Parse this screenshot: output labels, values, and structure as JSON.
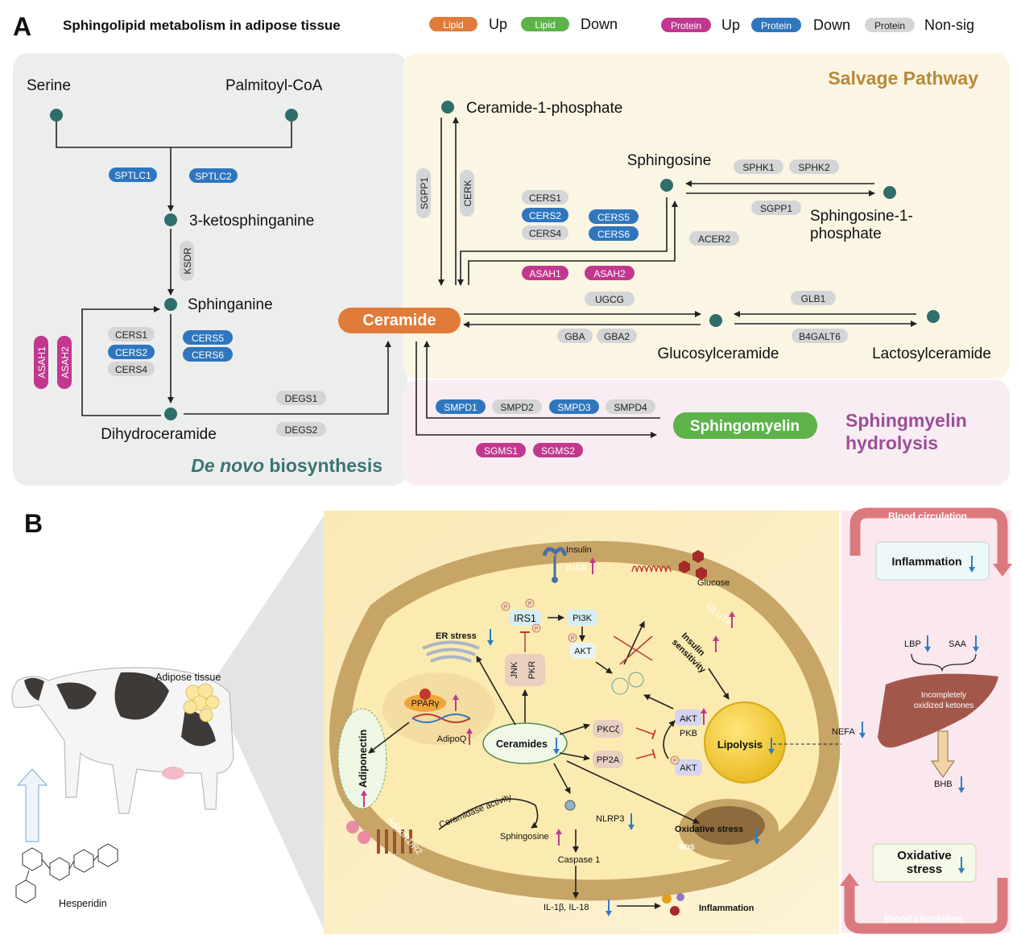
{
  "colors": {
    "lipid_up": "#E07B39",
    "lipid_down": "#5DB34A",
    "protein_up": "#C2378F",
    "protein_down": "#2F76BF",
    "non_sig": "#D4D5D7",
    "node": "#2F6E6A",
    "up_arrow": "#C2378F",
    "down_arrow": "#2E7DC2"
  },
  "panel_a": {
    "label": "A",
    "title": "Sphingolipid metabolism in adipose tissue",
    "legend": [
      {
        "pill": "Lipid",
        "status": "lipid_up",
        "text": "Up"
      },
      {
        "pill": "Lipid",
        "status": "lipid_down",
        "text": "Down"
      },
      {
        "pill": "Protein",
        "status": "protein_up",
        "text": "Up"
      },
      {
        "pill": "Protein",
        "status": "protein_down",
        "text": "Down"
      },
      {
        "pill": "Protein",
        "status": "non_sig",
        "text": "Non-sig"
      }
    ],
    "sections": {
      "de_novo_italic": "De novo",
      "de_novo_rest": " biosynthesis",
      "salvage": "Salvage Pathway",
      "hydrolysis_line1": "Sphingmyelin",
      "hydrolysis_line2": "hydrolysis"
    },
    "metabolites": {
      "serine": "Serine",
      "palmitoyl_coa": "Palmitoyl-CoA",
      "ketosphinganine": "3-ketosphinganine",
      "sphinganine": "Sphinganine",
      "dihydroceramide": "Dihydroceramide",
      "ceramide": "Ceramide",
      "ceramide_1_phosphate": "Ceramide-1-phosphate",
      "sphingosine": "Sphingosine",
      "s1p_line1": "Sphingosine-1-",
      "s1p_line2": "phosphate",
      "glucosylceramide": "Glucosylceramide",
      "lactosylceramide": "Lactosylceramide",
      "sphingomyelin": "Sphingomyelin"
    },
    "de_novo_enzymes": [
      {
        "name": "SPTLC1",
        "status": "protein_down"
      },
      {
        "name": "SPTLC2",
        "status": "protein_down"
      },
      {
        "name": "KSDR",
        "status": "non_sig"
      },
      {
        "name": "CERS1",
        "status": "non_sig"
      },
      {
        "name": "CERS2",
        "status": "protein_down"
      },
      {
        "name": "CERS4",
        "status": "non_sig"
      },
      {
        "name": "CERS5",
        "status": "protein_down"
      },
      {
        "name": "CERS6",
        "status": "protein_down"
      },
      {
        "name": "ASAH1",
        "status": "protein_up"
      },
      {
        "name": "ASAH2",
        "status": "protein_up"
      },
      {
        "name": "DEGS1",
        "status": "non_sig"
      },
      {
        "name": "DEGS2",
        "status": "non_sig"
      }
    ],
    "salvage_enzymes": [
      {
        "name": "SGPP1",
        "status": "non_sig"
      },
      {
        "name": "CERK",
        "status": "non_sig"
      },
      {
        "name": "CERS1",
        "status": "non_sig"
      },
      {
        "name": "CERS2",
        "status": "protein_down"
      },
      {
        "name": "CERS4",
        "status": "non_sig"
      },
      {
        "name": "CERS5",
        "status": "protein_down"
      },
      {
        "name": "CERS6",
        "status": "protein_down"
      },
      {
        "name": "ASAH1",
        "status": "protein_up"
      },
      {
        "name": "ASAH2",
        "status": "protein_up"
      },
      {
        "name": "SPHK1",
        "status": "non_sig"
      },
      {
        "name": "SPHK2",
        "status": "non_sig"
      },
      {
        "name": "SGPP1",
        "status": "non_sig"
      },
      {
        "name": "ACER2",
        "status": "non_sig"
      },
      {
        "name": "UGCG",
        "status": "non_sig"
      },
      {
        "name": "GBA",
        "status": "non_sig"
      },
      {
        "name": "GBA2",
        "status": "non_sig"
      },
      {
        "name": "GLB1",
        "status": "non_sig"
      },
      {
        "name": "B4GALT6",
        "status": "non_sig"
      }
    ],
    "hydrolysis_enzymes": [
      {
        "name": "SMPD1",
        "status": "protein_down"
      },
      {
        "name": "SMPD2",
        "status": "non_sig"
      },
      {
        "name": "SMPD3",
        "status": "protein_down"
      },
      {
        "name": "SMPD4",
        "status": "non_sig"
      },
      {
        "name": "SGMS1",
        "status": "protein_up"
      },
      {
        "name": "SGMS2",
        "status": "protein_up"
      }
    ]
  },
  "panel_b": {
    "label": "B",
    "adipose_tissue": "Adipose tissue",
    "hesperidin": "Hesperidin",
    "cell": {
      "insulin": "Insulin",
      "insr": "INSR",
      "glucose": "Glucose",
      "glut4": "GLUT4",
      "irs1": "IRS1",
      "pi3k": "PI3K",
      "akt_top": "AKT",
      "er_stress": "ER stress",
      "jnk": "JNK",
      "pkr": "PKR",
      "insulin_sensitivity_1": "Insulin",
      "insulin_sensitivity_2": "sensitivity",
      "ppar": "PPARγ",
      "adipoq": "AdipoQ",
      "ceramides": "Ceramides",
      "pkc": "PKCζ",
      "pp2a": "PP2A",
      "akt_mid": "AKT",
      "pkb": "PKB",
      "akt_low": "AKT",
      "lipolysis": "Lipolysis",
      "adiponectin": "Adiponectin",
      "ceramidase": "Ceramidase activity",
      "adipor": "AdipoR1/R2",
      "sphingosine": "Sphingosine",
      "nlrp3": "NLRP3",
      "caspase": "Caspase 1",
      "oxidative_stress": "Oxidative stress",
      "ros": "ROS",
      "interleukins": "IL-1β, IL-18",
      "inflammation": "Inflammation",
      "phospho": "P"
    },
    "circulation": {
      "top": "Blood circulation",
      "bottom": "Blood circulation",
      "inflammation": "Inflammation",
      "lbp": "LBP",
      "saa": "SAA",
      "liver_line1": "Incompletely",
      "liver_line2": "oxidized ketones",
      "nefa": "NEFA",
      "bhb": "BHB",
      "oxidative_line1": "Oxidative",
      "oxidative_line2": "stress"
    }
  }
}
